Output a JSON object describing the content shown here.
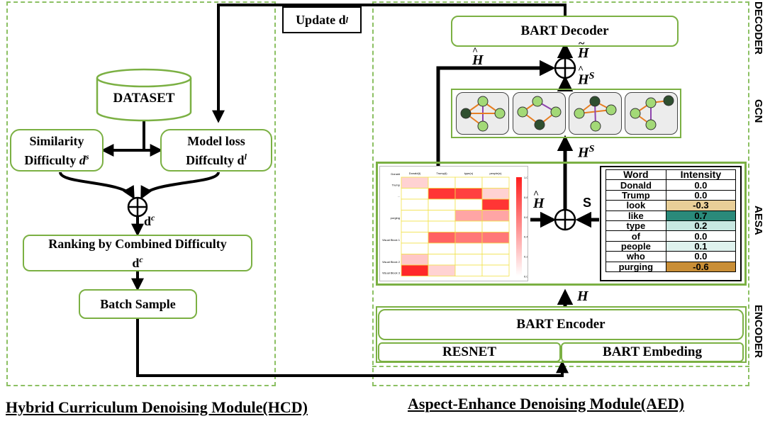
{
  "update_label": "Update d",
  "update_sup": "l",
  "hcd": {
    "dataset": "DATASET",
    "similarity_line1": "Similarity",
    "similarity_line2": "Difficulty",
    "similarity_var": "d",
    "similarity_sup": "s",
    "modelloss_line1": "Model loss",
    "modelloss_line2": "Diffculty d",
    "modelloss_sup": "l",
    "combined_var": "d",
    "combined_sup": "c",
    "ranking_line1": "Ranking by Combined Difficulty",
    "ranking_var": "d",
    "ranking_sup": "c",
    "batch_sample": "Batch Sample",
    "title": "Hybrid Curriculum Denoising Module(HCD)"
  },
  "aed": {
    "bart_decoder": "BART Decoder",
    "bart_encoder": "BART Encoder",
    "resnet": "RESNET",
    "bart_embedding": "BART Embeding",
    "title": "Aspect-Enhance Denoising Module(AED)",
    "h_tilde": "H",
    "h_hat": "H",
    "h_hat_s": "H",
    "h_hat_s_sup": "S",
    "h_s": "H",
    "h_s_sup": "S",
    "h_hat_mid": "H",
    "s_label": "S",
    "h_enc": "H"
  },
  "side_labels": {
    "decoder": "DECODER",
    "gcn": "GCN",
    "aesa": "AESA",
    "encoder": "ENCODER"
  },
  "heatmap": {
    "col_labels": [
      "Donald(t)",
      "Trump(t)",
      "type(n)",
      "people(n)"
    ],
    "row_labels": [
      "Donald",
      "Trump",
      "...",
      "purging",
      "Visual Block 1",
      "Visual Block 2",
      "Visual Block 3"
    ],
    "colorbar_ticks": [
      "1.0",
      "0.8",
      "0.6",
      "0.4",
      "0.2",
      "0.0"
    ],
    "cells": [
      [
        0.2,
        0.0,
        0.0,
        0.0
      ],
      [
        0.0,
        0.9,
        0.85,
        0.2
      ],
      [
        0.0,
        0.0,
        0.0,
        0.9
      ],
      [
        0.0,
        0.0,
        0.4,
        0.4
      ],
      [
        0.0,
        0.0,
        0.0,
        0.0
      ],
      [
        0.0,
        0.7,
        0.6,
        0.6
      ],
      [
        0.0,
        0.0,
        0.0,
        0.0
      ],
      [
        0.25,
        0.0,
        0.0,
        0.0
      ],
      [
        0.95,
        0.2,
        0.0,
        0.0
      ]
    ]
  },
  "intensity_table": {
    "headers": [
      "Word",
      "Intensity"
    ],
    "rows": [
      {
        "word": "Donald",
        "value": "0.0",
        "color": "#ffffff"
      },
      {
        "word": "Trump",
        "value": "0.0",
        "color": "#ffffff"
      },
      {
        "word": "look",
        "value": "-0.3",
        "color": "#e9cf98"
      },
      {
        "word": "like",
        "value": "0.7",
        "color": "#2a8a7a"
      },
      {
        "word": "type",
        "value": "0.2",
        "color": "#c8e8e2"
      },
      {
        "word": "of",
        "value": "0.0",
        "color": "#ffffff"
      },
      {
        "word": "people",
        "value": "0.1",
        "color": "#dff2ee"
      },
      {
        "word": "who",
        "value": "0.0",
        "color": "#ffffff"
      },
      {
        "word": "purging",
        "value": "-0.6",
        "color": "#c98e36"
      }
    ]
  }
}
